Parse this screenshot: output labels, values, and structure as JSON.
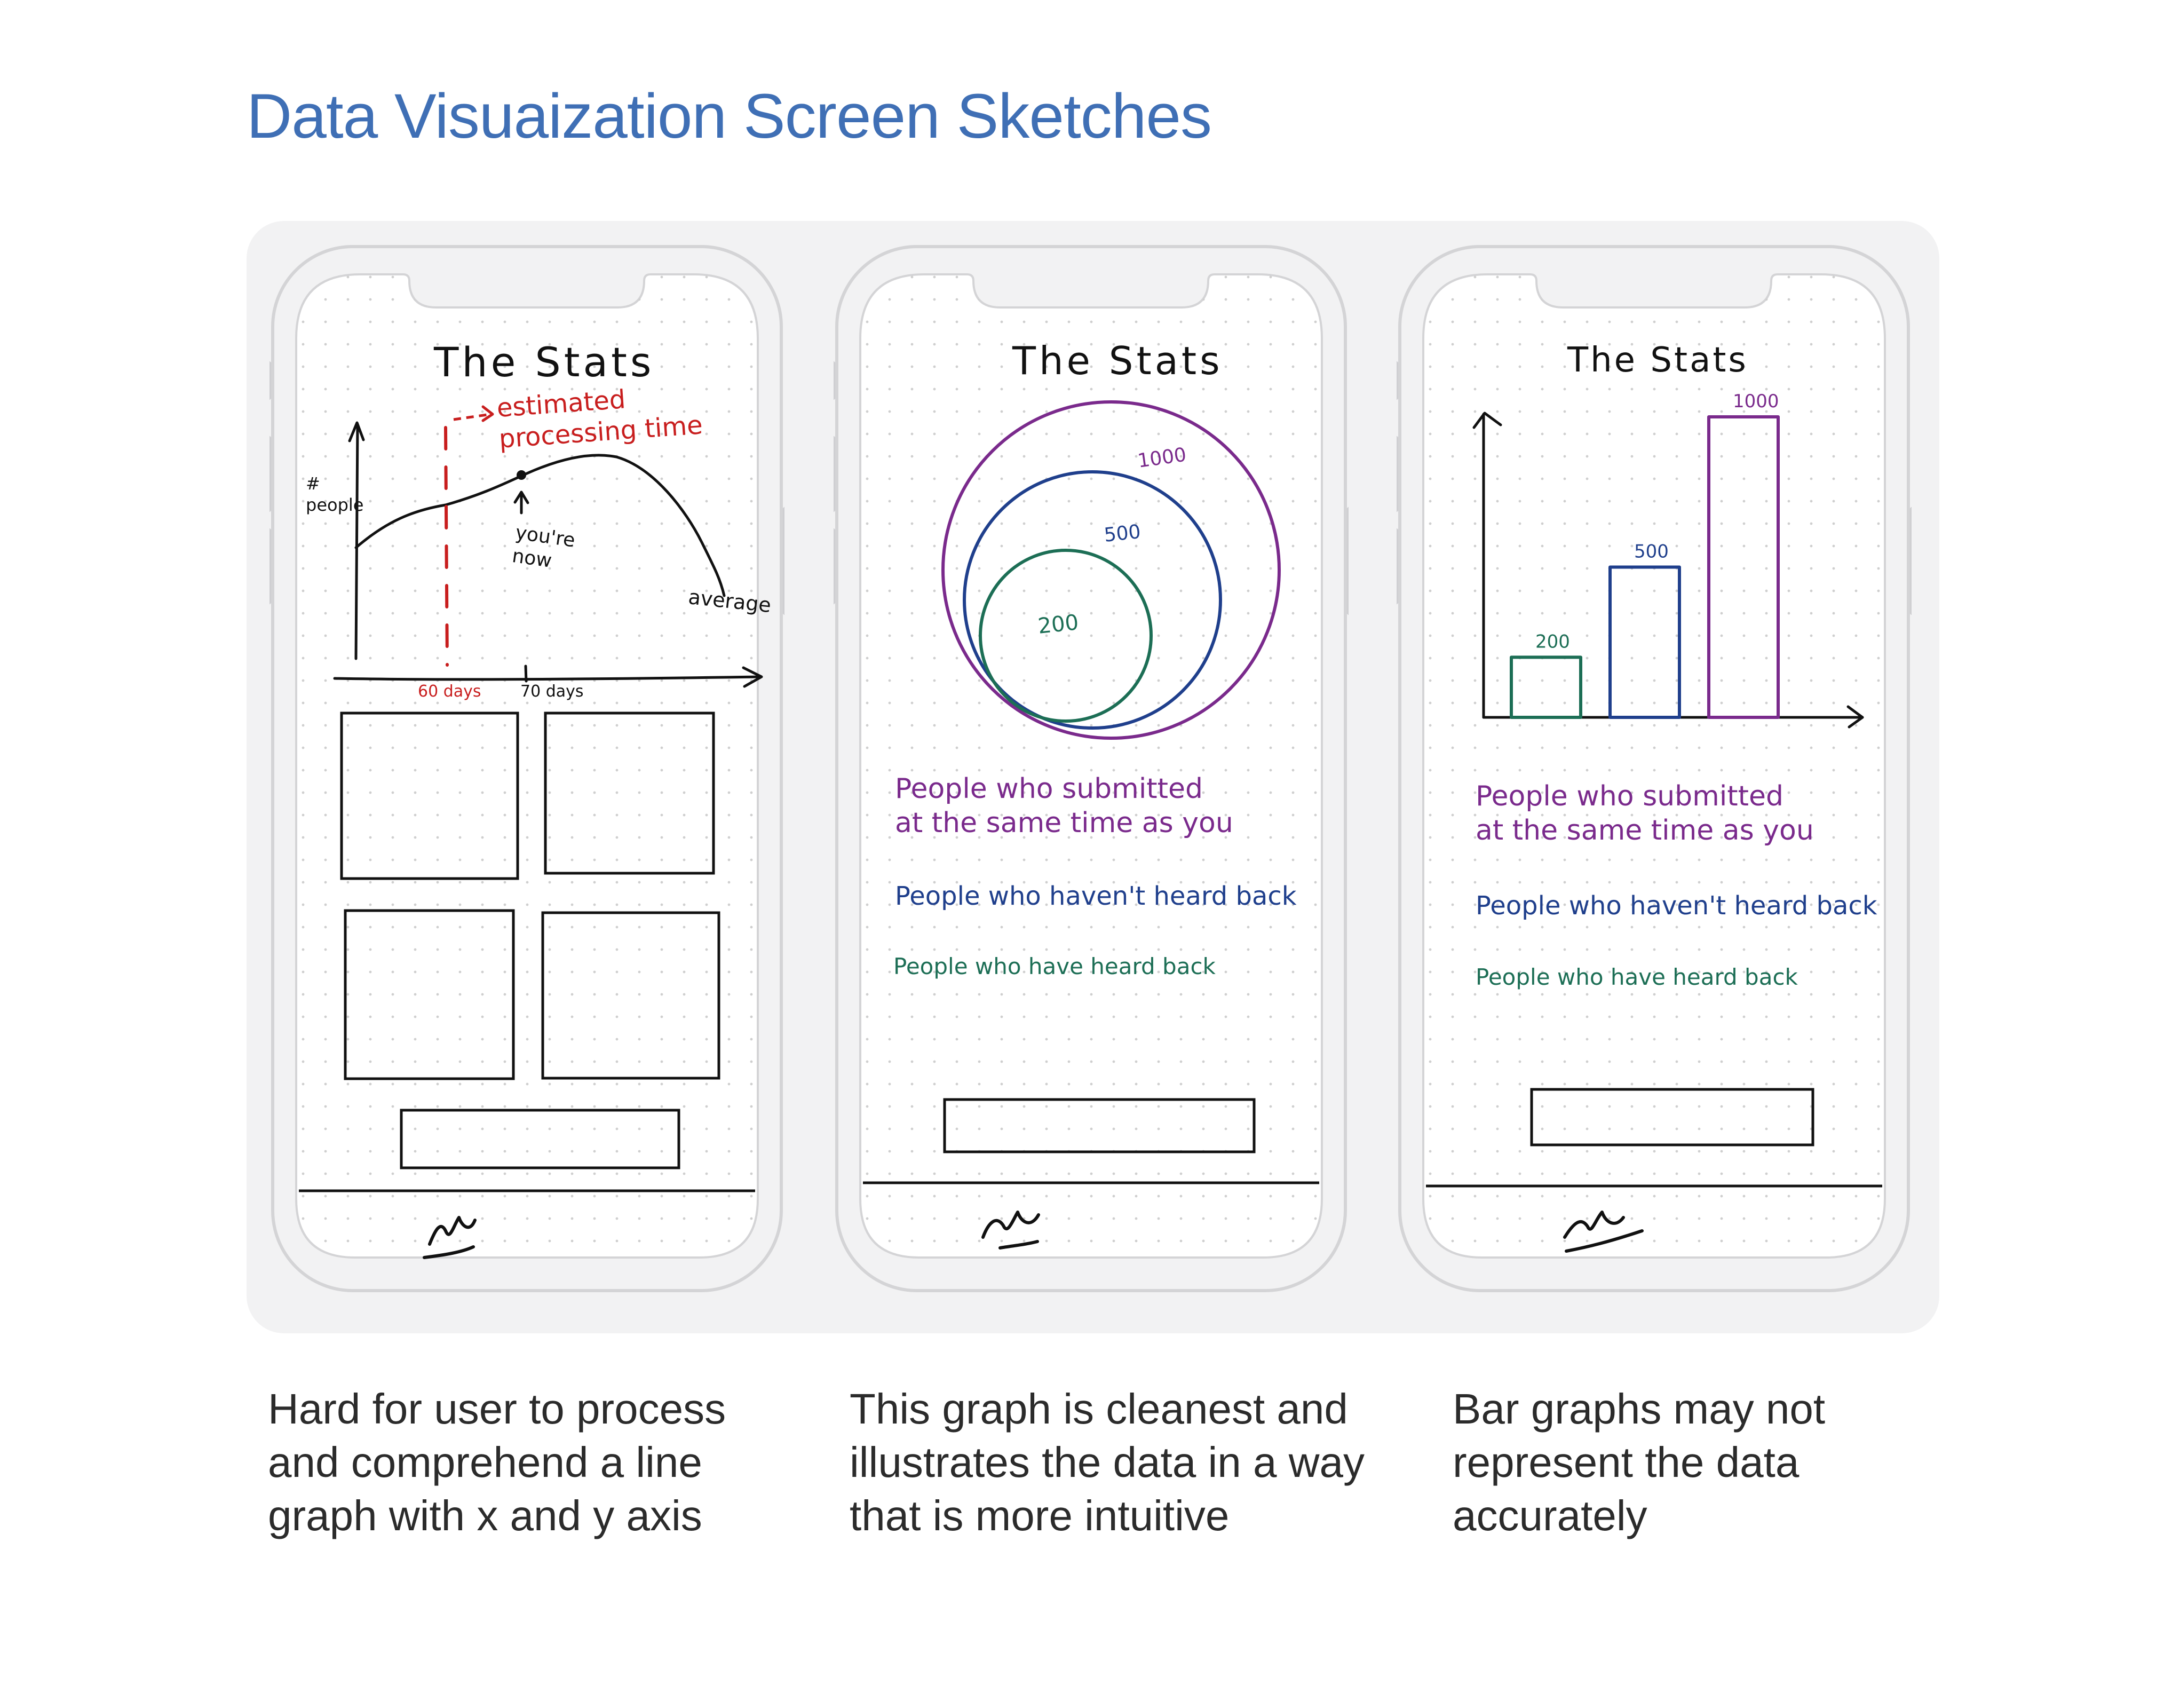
{
  "title": "Data Visuaization Screen Sketches",
  "colors": {
    "title": "#3f6fb5",
    "red": "#c81e1e",
    "purple": "#7a2a8c",
    "blue": "#1f3f8c",
    "green": "#1c6e55",
    "ink": "#111111"
  },
  "screens": [
    {
      "heading": "The Stats",
      "y_label": "#\npeople",
      "annotation": "estimated processing time",
      "point_label": "you're now",
      "curve_label": "average",
      "x_ticks": [
        "60 days",
        "70 days"
      ],
      "caption": "Hard for user to process and comprehend a line graph with x and y axis"
    },
    {
      "heading": "The Stats",
      "circle_values": [
        "1000",
        "500",
        "200"
      ],
      "legend": [
        "People who submitted at the same time as you",
        "People who haven't heard back",
        "People who have heard back"
      ],
      "caption": "This graph is cleanest and illustrates the data in a way that is more intuitive"
    },
    {
      "heading": "The Stats",
      "legend": [
        "People who submitted at the same time as you",
        "People who haven't heard back",
        "People who have heard back"
      ],
      "caption": "Bar graphs may not represent the data accurately"
    }
  ],
  "chart_data": [
    {
      "type": "line",
      "title": "The Stats",
      "xlabel": "",
      "ylabel": "#\npeople",
      "x_ticks": [
        "60 days",
        "70 days"
      ],
      "annotations": [
        "estimated processing time",
        "you're now",
        "average"
      ]
    },
    {
      "type": "bubble",
      "title": "The Stats",
      "categories": [
        "People who submitted at the same time as you",
        "People who haven't heard back",
        "People who have heard back"
      ],
      "values": [
        1000,
        500,
        200
      ]
    },
    {
      "type": "bar",
      "title": "The Stats",
      "categories": [
        "People who have heard back",
        "People who haven't heard back",
        "People who submitted at the same time as you"
      ],
      "values": [
        200,
        500,
        1000
      ],
      "colors": [
        "#1c6e55",
        "#1f3f8c",
        "#7a2a8c"
      ]
    }
  ]
}
